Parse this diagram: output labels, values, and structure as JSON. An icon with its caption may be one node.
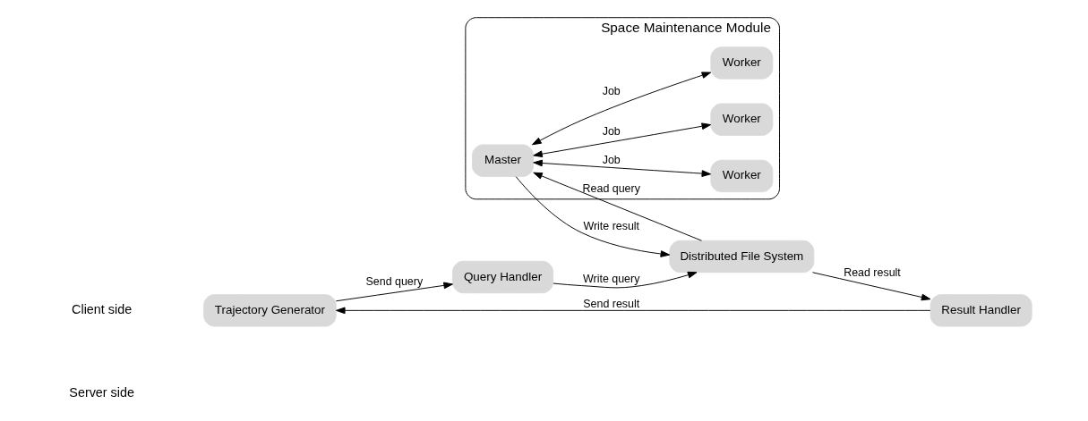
{
  "diagram": {
    "nodes": [
      {
        "text": [
          "Trajectory Generator"
        ]
      },
      {
        "text": [
          "Query Handler"
        ]
      },
      {
        "text": [
          "Result Handler"
        ]
      },
      {
        "text": [
          "Distributed File System"
        ]
      },
      {
        "text": [
          "Space Maintenance Module"
        ]
      },
      {
        "text": [
          "Master"
        ],
        "in": 4
      },
      {
        "text": [
          "Worker"
        ],
        "in": 4
      },
      {
        "text": [
          "Worker"
        ],
        "in": 4
      },
      {
        "text": [
          "Worker"
        ],
        "in": 4
      }
    ],
    "edges": [
      {
        "from": 0,
        "to": 1,
        "arrow": "to",
        "label": "Send query"
      },
      {
        "from": 2,
        "to": 0,
        "arrow": "to",
        "label": "Send result"
      },
      {
        "from": 1,
        "to": 3,
        "arrow": "to",
        "label": "Write query"
      },
      {
        "from": 3,
        "to": 2,
        "arrow": "to",
        "label": "Read result"
      },
      {
        "from": 3,
        "to": 5,
        "arrow": "to",
        "label": "Read query"
      },
      {
        "from": 5,
        "to": 3,
        "arrow": "to",
        "label": "Write result"
      },
      {
        "from": 5,
        "to": 6,
        "arrow": "both",
        "label": "Job"
      },
      {
        "from": 5,
        "to": 7,
        "arrow": "both",
        "label": "Job"
      },
      {
        "from": 5,
        "to": 8,
        "arrow": "both",
        "label": "Job"
      }
    ],
    "labels": [
      "Client side",
      "Server side"
    ]
  }
}
